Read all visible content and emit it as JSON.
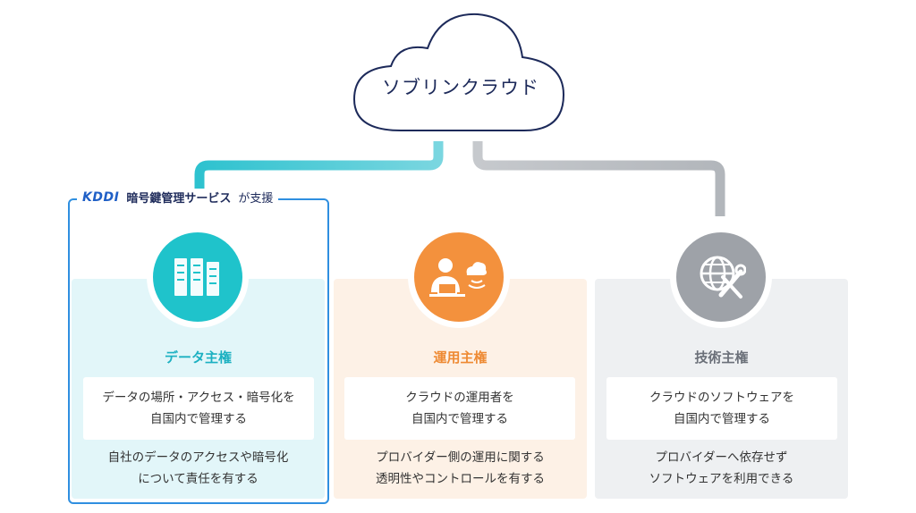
{
  "cloud": {
    "label": "ソブリンクラウド"
  },
  "brand": {
    "logo": "KDDI",
    "service": "暗号鍵管理サービス",
    "suffix": "が支援"
  },
  "pillars": [
    {
      "title": "データ主権",
      "description": "データの場所・アクセス・暗号化を\n自国内で管理する",
      "note": "自社のデータのアクセスや暗号化\nについて責任を有する",
      "color": "#1fc3cb",
      "icon": "server-rack-icon"
    },
    {
      "title": "運用主権",
      "description": "クラウドの運用者を\n自国内で管理する",
      "note": "プロバイダー側の運用に関する\n透明性やコントロールを有する",
      "color": "#f3913d",
      "icon": "operator-cloud-icon"
    },
    {
      "title": "技術主権",
      "description": "クラウドのソフトウェアを\n自国内で管理する",
      "note": "プロバイダーへ依存せず\nソフトウェアを利用できる",
      "color": "#9ea2a8",
      "icon": "globe-tools-icon"
    }
  ]
}
